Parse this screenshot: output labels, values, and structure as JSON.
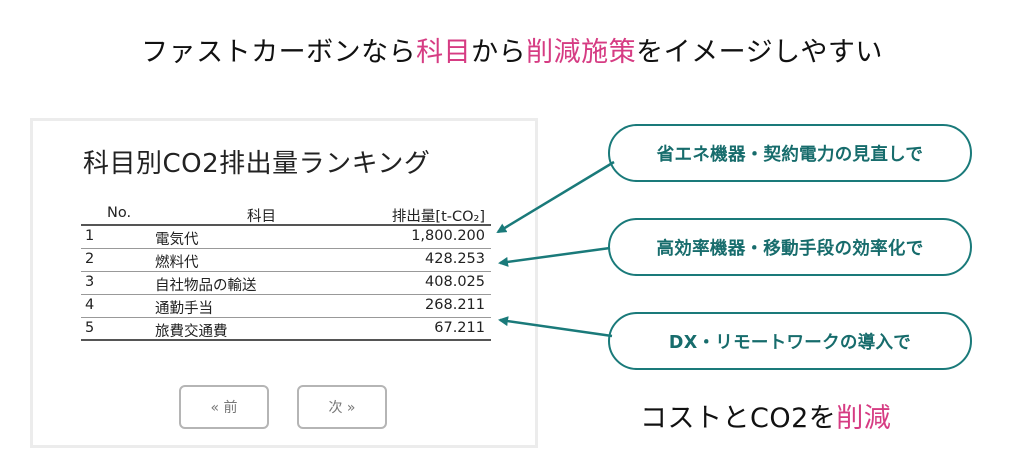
{
  "headline": {
    "part1": "ファストカーボンなら",
    "accent1": "科目",
    "part2": "から",
    "accent2": "削減施策",
    "part3": "をイメージしやすい"
  },
  "panel": {
    "title": "科目別CO2排出量ランキング",
    "table": {
      "headers": {
        "no": "No.",
        "name": "科目",
        "value": "排出量[t-CO₂]"
      },
      "rows": [
        {
          "no": "1",
          "name": "電気代",
          "value": "1,800.200"
        },
        {
          "no": "2",
          "name": "燃料代",
          "value": "428.253"
        },
        {
          "no": "3",
          "name": "自社物品の輸送",
          "value": "408.025"
        },
        {
          "no": "4",
          "name": "通勤手当",
          "value": "268.211"
        },
        {
          "no": "5",
          "name": "旅費交通費",
          "value": "67.211"
        }
      ]
    },
    "pager": {
      "prev_label": "« 前",
      "next_label": "次 »"
    }
  },
  "callouts": [
    {
      "text": "省エネ機器・契約電力の見直しで"
    },
    {
      "text": "高効率機器・移動手段の効率化で"
    },
    {
      "text": "DX・リモートワークの導入で"
    }
  ],
  "conclusion": {
    "part1": "コストとCO2を",
    "accent": "削減"
  },
  "colors": {
    "accent": "#d63c83",
    "callout_border": "#1a7a7a",
    "callout_text": "#176c6c",
    "arrow": "#1a7a7a"
  }
}
